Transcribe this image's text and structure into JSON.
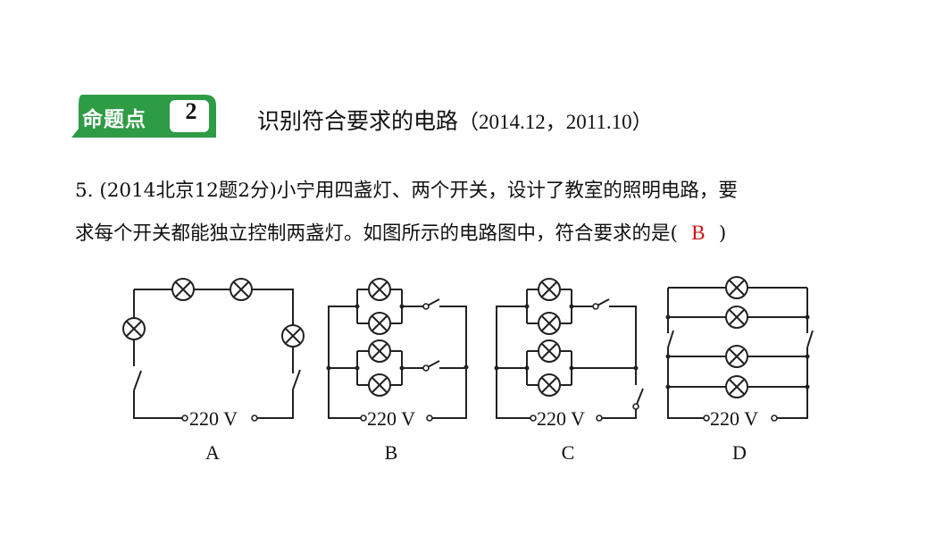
{
  "header": {
    "tag_label": "命题点",
    "tag_number": "2",
    "title": "识别符合要求的电路",
    "reference": "（2014.12，2011.10）"
  },
  "question": {
    "line1": "5. (2014北京12题2分)小宁用四盏灯、两个开关，设计了教室的照明电路，要",
    "line2_before": "求每个开关都能独立控制两盏灯。如图所示的电路图中，符合要求的是(",
    "answer": "B",
    "line2_after": ")"
  },
  "colors": {
    "tag_green": "#2e9b45",
    "answer_red": "#d01010",
    "line": "#222222"
  },
  "diagrams": [
    {
      "caption": "A",
      "voltage": "220 V"
    },
    {
      "caption": "B",
      "voltage": "220 V"
    },
    {
      "caption": "C",
      "voltage": "220 V"
    },
    {
      "caption": "D",
      "voltage": "220 V"
    }
  ]
}
